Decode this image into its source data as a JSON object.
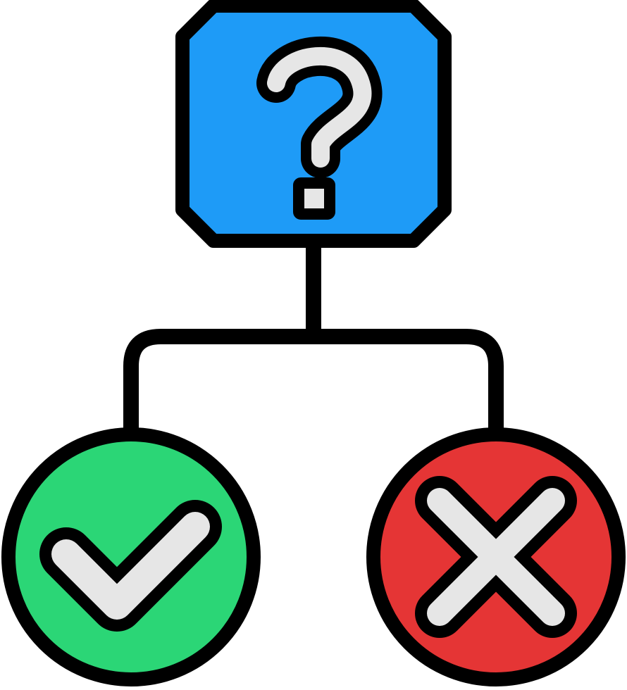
{
  "icon": {
    "semantic": "decision-flowchart-icon",
    "nodes": [
      {
        "id": "question",
        "shape": "octagon",
        "icon": "question-mark-icon",
        "fill": "#1e9bf7",
        "glyph_fill": "#e6e6e6"
      },
      {
        "id": "yes",
        "shape": "circle",
        "icon": "check-icon",
        "fill": "#2bd676",
        "glyph_fill": "#e6e6e6"
      },
      {
        "id": "no",
        "shape": "circle",
        "icon": "cross-icon",
        "fill": "#e53535",
        "glyph_fill": "#e6e6e6"
      }
    ],
    "connector": {
      "from": "question",
      "to": [
        "yes",
        "no"
      ]
    },
    "colors": {
      "outline": "#000000",
      "question_box": "#1e9bf7",
      "yes_circle": "#2bd676",
      "no_circle": "#e53535",
      "glyph": "#e6e6e6",
      "background": "#ffffff"
    }
  }
}
